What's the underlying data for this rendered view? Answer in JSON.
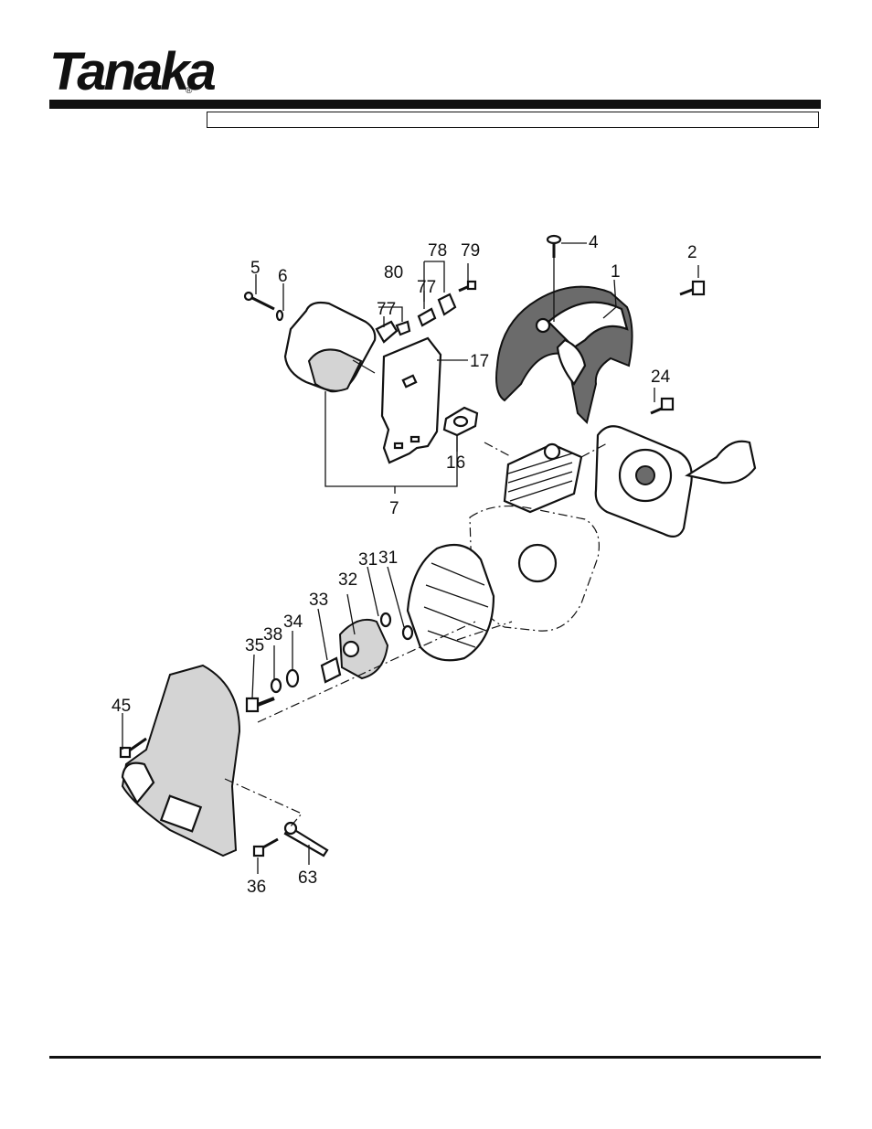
{
  "header": {
    "logo_text": "Tanaka",
    "logo_mark": "®",
    "title": ""
  },
  "diagram": {
    "labels": [
      {
        "id": "p5",
        "text": "5"
      },
      {
        "id": "p6",
        "text": "6"
      },
      {
        "id": "p80",
        "text": "80"
      },
      {
        "id": "p78",
        "text": "78"
      },
      {
        "id": "p79",
        "text": "79"
      },
      {
        "id": "p4",
        "text": "4"
      },
      {
        "id": "p2",
        "text": "2"
      },
      {
        "id": "p1",
        "text": "1"
      },
      {
        "id": "p77a",
        "text": "77"
      },
      {
        "id": "p77b",
        "text": "77"
      },
      {
        "id": "p17",
        "text": "17"
      },
      {
        "id": "p24",
        "text": "24"
      },
      {
        "id": "p16",
        "text": "16"
      },
      {
        "id": "p7",
        "text": "7"
      },
      {
        "id": "p31a",
        "text": "31"
      },
      {
        "id": "p31b",
        "text": "31"
      },
      {
        "id": "p32",
        "text": "32"
      },
      {
        "id": "p33",
        "text": "33"
      },
      {
        "id": "p34",
        "text": "34"
      },
      {
        "id": "p38",
        "text": "38"
      },
      {
        "id": "p35",
        "text": "35"
      },
      {
        "id": "p45",
        "text": "45"
      },
      {
        "id": "p36",
        "text": "36"
      },
      {
        "id": "p63",
        "text": "63"
      }
    ]
  }
}
